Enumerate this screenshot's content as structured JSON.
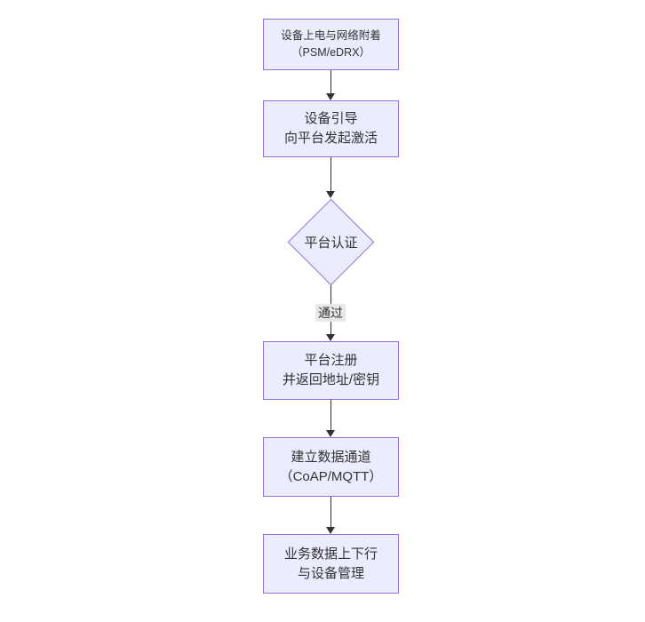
{
  "diagram": {
    "type": "flowchart",
    "direction": "top-to-bottom",
    "nodes": [
      {
        "id": "attach",
        "shape": "rect",
        "lines": [
          "设备上电与网络附着",
          "（PSM/eDRX）"
        ]
      },
      {
        "id": "boot",
        "shape": "rect",
        "lines": [
          "设备引导",
          "向平台发起激活"
        ]
      },
      {
        "id": "auth",
        "shape": "diamond",
        "lines": [
          "平台认证"
        ]
      },
      {
        "id": "register",
        "shape": "rect",
        "lines": [
          "平台注册",
          "并返回地址/密钥"
        ]
      },
      {
        "id": "channel",
        "shape": "rect",
        "lines": [
          "建立数据通道",
          "（CoAP/MQTT）"
        ]
      },
      {
        "id": "business",
        "shape": "rect",
        "lines": [
          "业务数据上下行",
          "与设备管理"
        ]
      }
    ],
    "edges": [
      {
        "from": "attach",
        "to": "boot",
        "label": ""
      },
      {
        "from": "boot",
        "to": "auth",
        "label": ""
      },
      {
        "from": "auth",
        "to": "register",
        "label": "通过"
      },
      {
        "from": "register",
        "to": "channel",
        "label": ""
      },
      {
        "from": "channel",
        "to": "business",
        "label": ""
      }
    ],
    "colors": {
      "node_fill": "#ECECFF",
      "node_border": "#9370DB",
      "text": "#333333",
      "edge": "#333333",
      "edge_label_bg": "#e8e8e8",
      "background": "#ffffff"
    }
  }
}
